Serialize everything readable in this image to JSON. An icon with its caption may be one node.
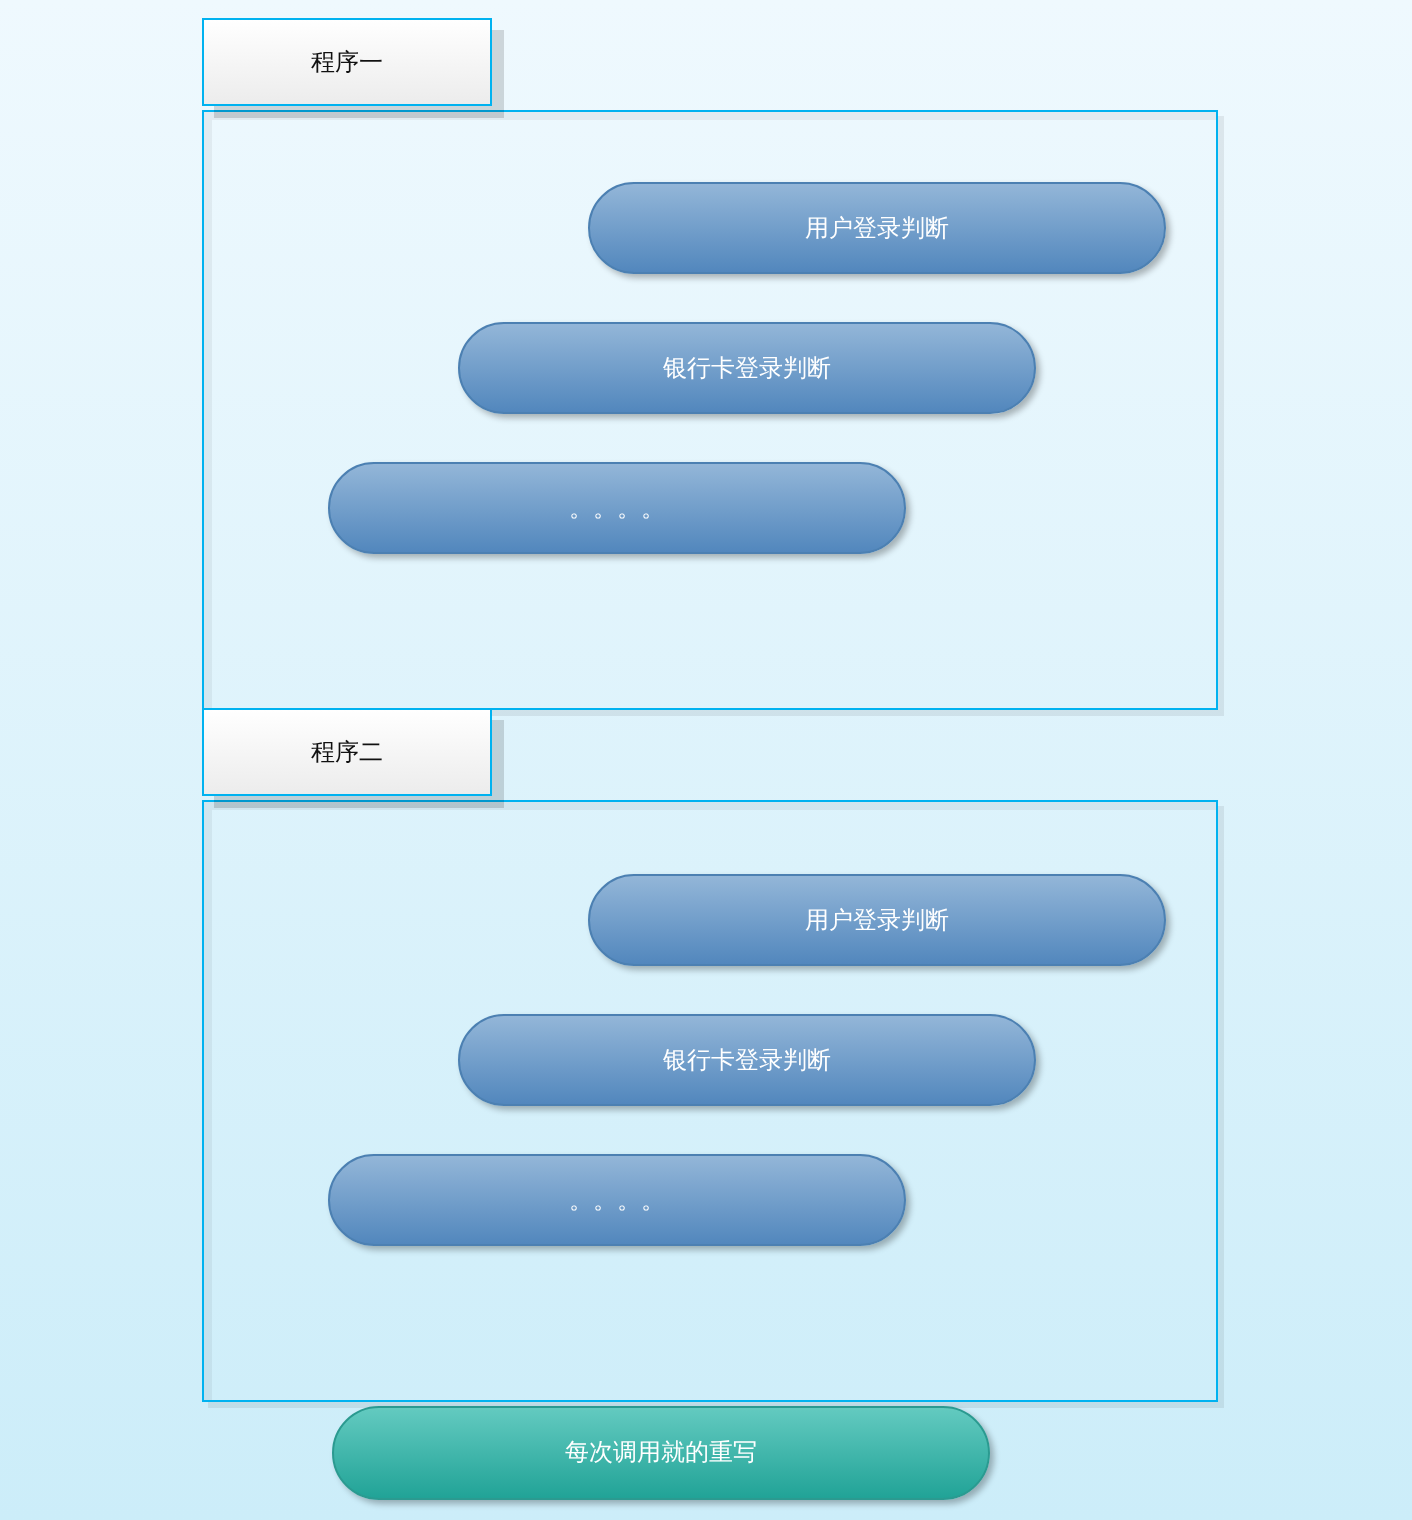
{
  "diagram": {
    "nodes": [
      {
        "text": [
          "程序一"
        ]
      },
      {
        "text": [
          "用户登录判断"
        ],
        "in": 0
      },
      {
        "text": [
          "银行卡登录判断"
        ],
        "in": 0
      },
      {
        "text": [
          "。。。。"
        ],
        "in": 0
      },
      {
        "text": [
          "程序二"
        ]
      },
      {
        "text": [
          "用户登录判断"
        ],
        "in": 4
      },
      {
        "text": [
          "银行卡登录判断"
        ],
        "in": 4
      },
      {
        "text": [
          "。。。。"
        ],
        "in": 4
      },
      {
        "text": [
          "每次调用就的重写"
        ]
      }
    ]
  }
}
